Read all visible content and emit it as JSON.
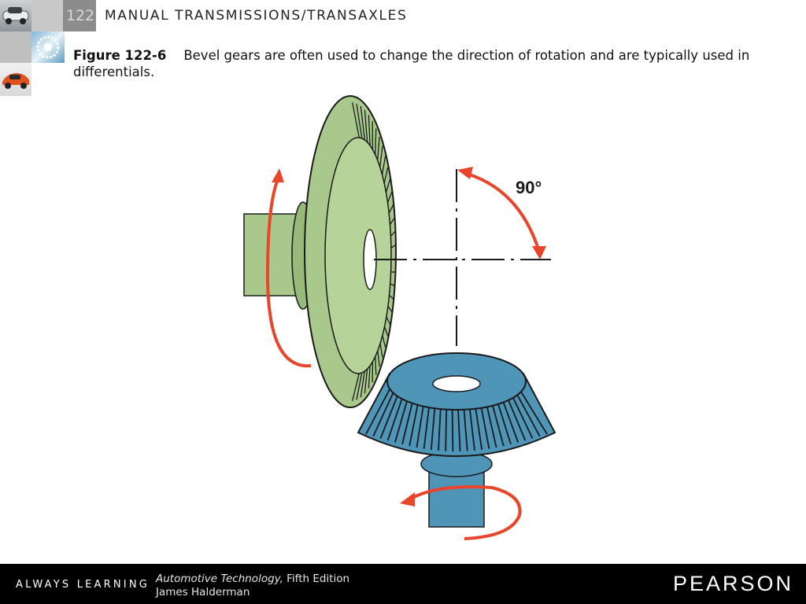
{
  "header": {
    "chapter_number": "122",
    "chapter_title": "MANUAL TRANSMISSIONS/TRANSAXLES"
  },
  "caption": {
    "figure_label": "Figure 122-6",
    "text": "Bevel gears are often used to change the direction of rotation and are typically used in differentials."
  },
  "figure": {
    "angle_label": "90°",
    "colors": {
      "ring_gear": "#a9c98c",
      "pinion_gear": "#4f95b8",
      "arrow": "#e8452a",
      "outline": "#1a1a1a"
    }
  },
  "footer": {
    "tagline": "ALWAYS LEARNING",
    "book_title": "Automotive Technology,",
    "edition": " Fifth Edition",
    "author": "James Halderman",
    "publisher": "PEARSON"
  }
}
